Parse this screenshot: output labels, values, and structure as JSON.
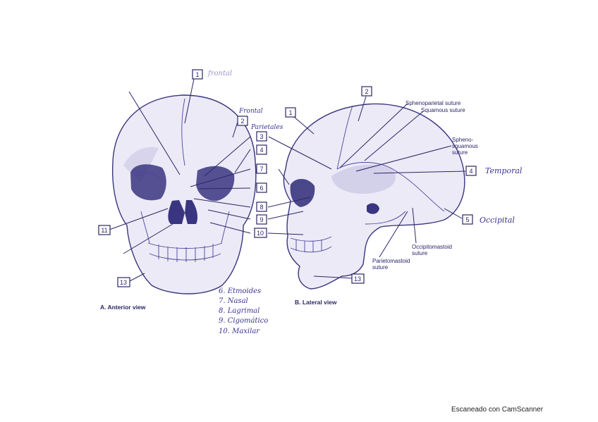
{
  "figure": {
    "anterior_caption": "A. Anterior view",
    "lateral_caption": "B. Lateral view"
  },
  "anterior_labels": [
    "1",
    "2",
    "3",
    "4",
    "6",
    "7",
    "8",
    "9",
    "10",
    "11",
    "13"
  ],
  "lateral_labels": [
    "1",
    "2",
    "4",
    "5",
    "13"
  ],
  "sutures": {
    "sphenoparietal": "Sphenoparietal suture",
    "squamous": "Squamous suture",
    "sphenosquamous_1": "Spheno-",
    "sphenosquamous_2": "squamous",
    "sphenosquamous_3": "suture",
    "occipitomastoid_1": "Occipitomastoid",
    "occipitomastoid_2": "suture",
    "parietomastoid_1": "Parietomastoid",
    "parietomastoid_2": "suture"
  },
  "handwritten": {
    "frontal_top": "frontal",
    "frontal_side": "Frontal",
    "parietales": "Parietales",
    "temporal": "Temporal",
    "occipital": "Occipital",
    "list": [
      "6. Etmoides",
      "7. Nasal",
      "8. Lagrimal",
      "9. Cigomático",
      "10. Maxilar"
    ]
  },
  "footer": "Escaneado con CamScanner",
  "colors": {
    "ink": "#2a2668",
    "handwriting": "#3b3493",
    "paper": "#ffffff"
  }
}
